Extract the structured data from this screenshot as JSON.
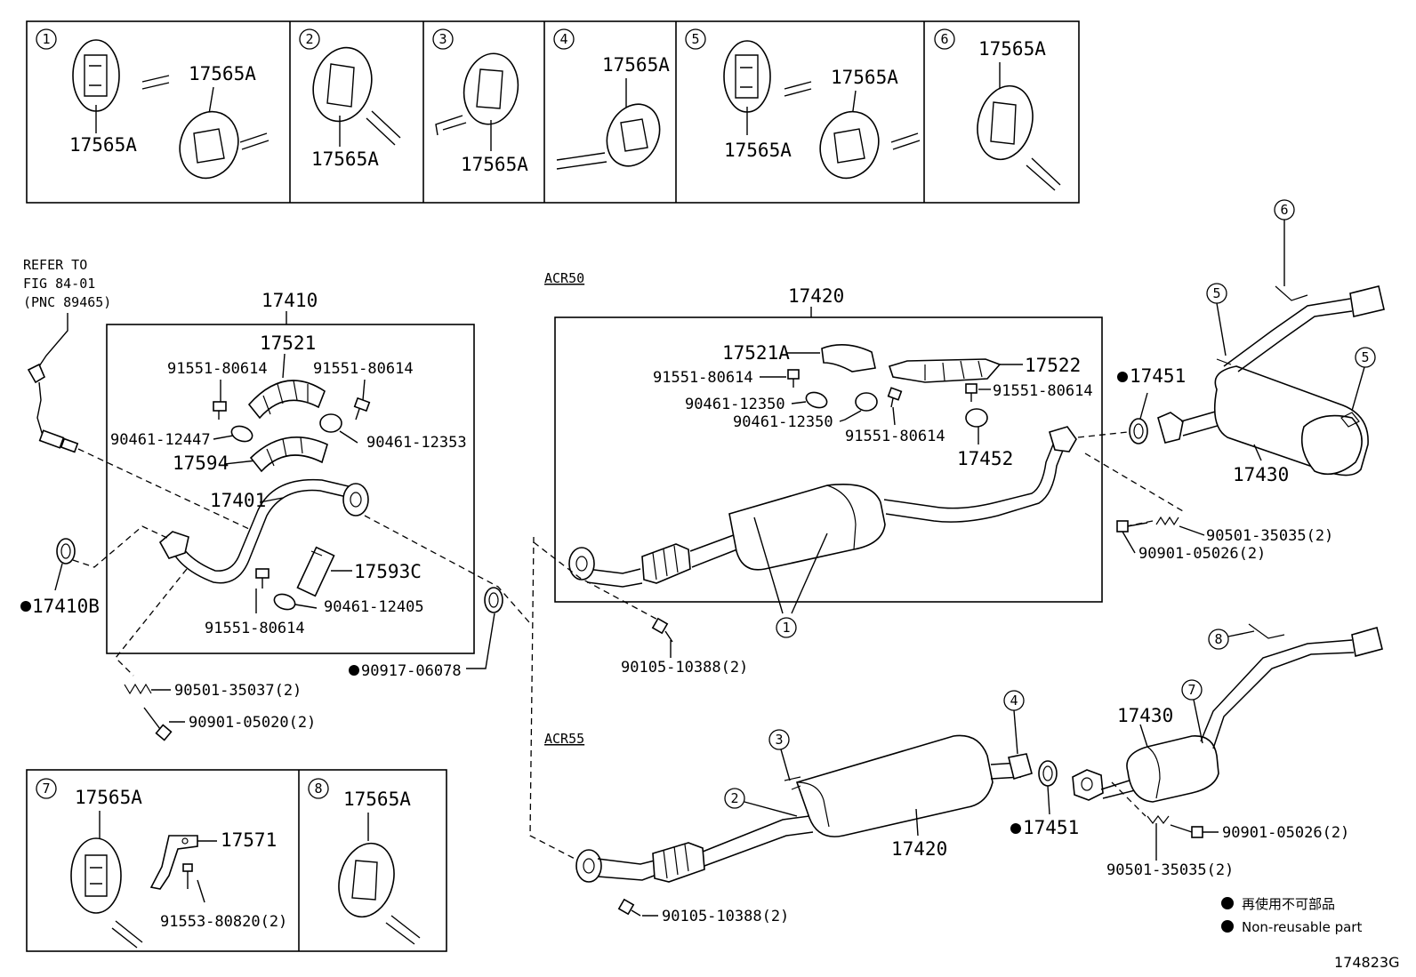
{
  "diagram": {
    "hanger_panels": [
      {
        "index": "1",
        "labels": [
          "17565A",
          "17565A"
        ]
      },
      {
        "index": "2",
        "labels": [
          "17565A"
        ]
      },
      {
        "index": "3",
        "labels": [
          "17565A"
        ]
      },
      {
        "index": "4",
        "labels": [
          "17565A"
        ]
      },
      {
        "index": "5",
        "labels": [
          "17565A",
          "17565A"
        ]
      },
      {
        "index": "6",
        "labels": [
          "17565A"
        ]
      },
      {
        "index": "7",
        "labels": [
          "17565A",
          "17571",
          "91553-80820(2)"
        ]
      },
      {
        "index": "8",
        "labels": [
          "17565A"
        ]
      }
    ],
    "refer": {
      "line1": "REFER TO",
      "line2": "FIG 84-01",
      "line3": "(PNC 89465)"
    },
    "front_group": {
      "assy": "17410",
      "heat_insulator": "17521",
      "bolt_left": "91551-80614",
      "bolt_right": "91551-80614",
      "clamp_left": "90461-12447",
      "clamp_right": "90461-12353",
      "insulator_lower": "17594",
      "front_pipe": "17401",
      "sensor": "17593C",
      "clamp_lower": "90461-12405",
      "bolt_lower": "91551-80614",
      "gasket_left": "17410B",
      "gasket_right": "90917-06078",
      "spring": "90501-35037(2)",
      "bolt_bottom": "90901-05020(2)"
    },
    "acr50": {
      "variant": "ACR50",
      "assy": "17420",
      "insulator_a": "17521A",
      "insulator_b": "17522",
      "bolt_a": "91551-80614",
      "clamp_a": "90461-12350",
      "clamp_b": "90461-12350",
      "bolt_b": "91551-80614",
      "bolt_c": "91551-80614",
      "clamp_c": "17452",
      "gasket": "17451",
      "muffler": "17430",
      "spring": "90501-35035(2)",
      "bolt": "90901-05026(2)",
      "bolt_front": "90105-10388(2)",
      "ref_hanger": "1",
      "ref_tail_a": "5",
      "ref_tail_b": "5",
      "ref_tail_c": "6"
    },
    "acr55": {
      "variant": "ACR55",
      "center": "17420",
      "gasket": "17451",
      "muffler": "17430",
      "bolt": "90901-05026(2)",
      "spring": "90501-35035(2)",
      "bolt_front": "90105-10388(2)",
      "ref_2": "2",
      "ref_3": "3",
      "ref_4": "4",
      "ref_7": "7",
      "ref_8": "8"
    },
    "legend": {
      "jp": "再使用不可部品",
      "en": "Non-reusable part"
    },
    "figure_id": "174823G"
  }
}
